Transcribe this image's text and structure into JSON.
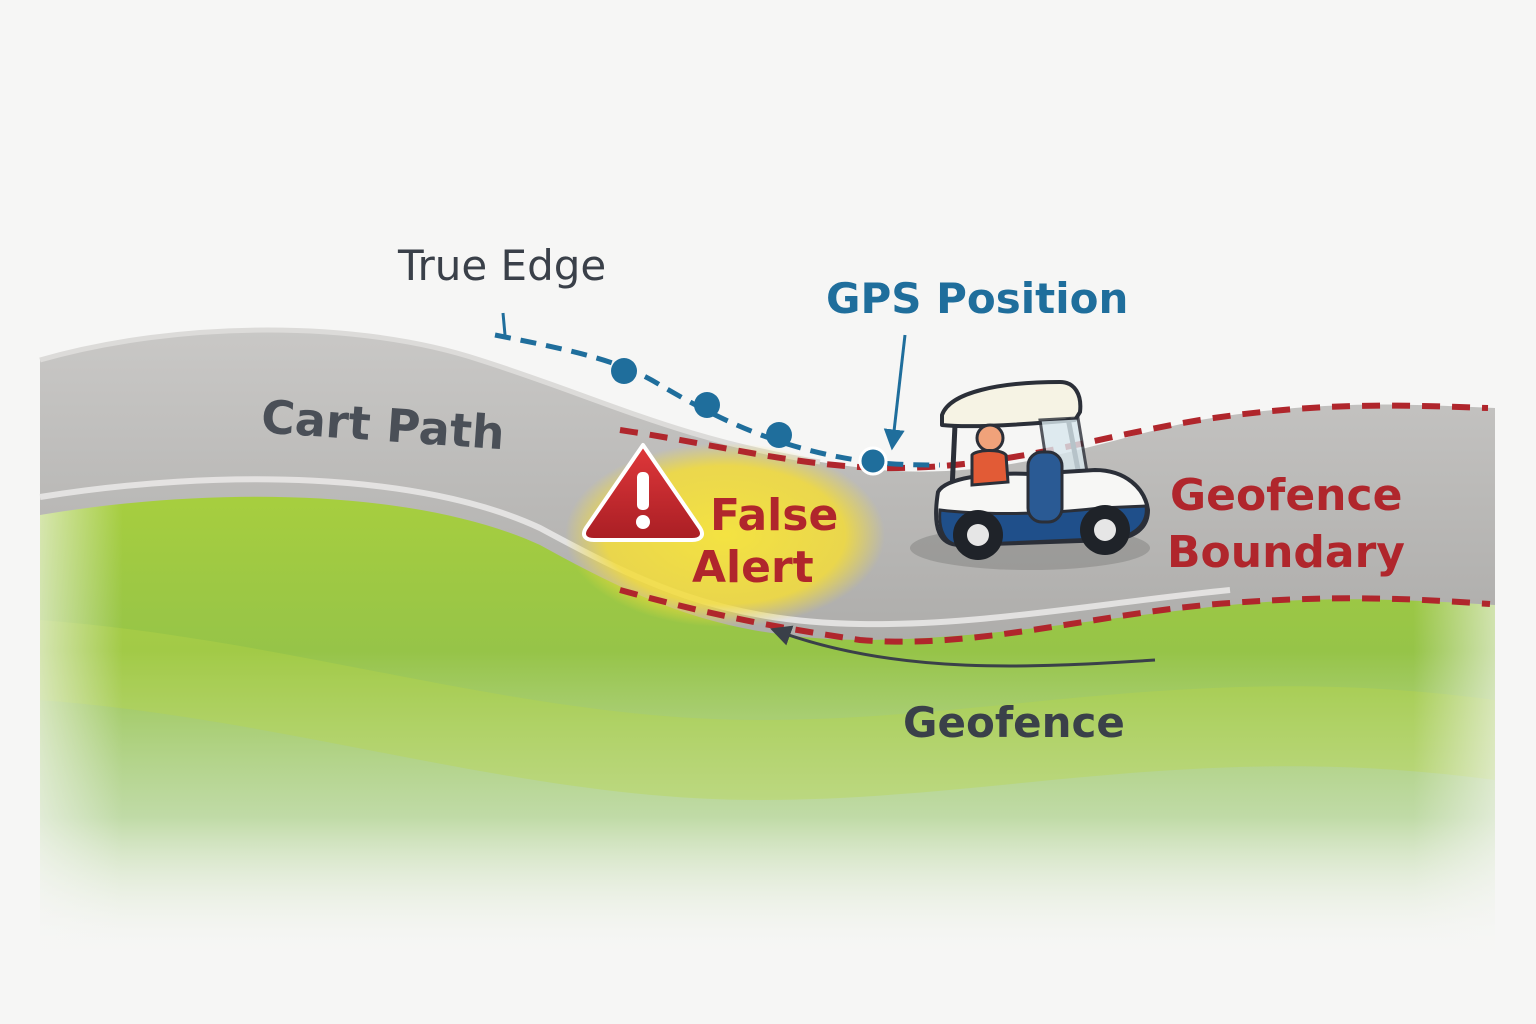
{
  "labels": {
    "true_edge": "True Edge",
    "gps_position": "GPS Position",
    "cart_path": "Cart Path",
    "false_alert_line1": "False",
    "false_alert_line2": "Alert",
    "geofence_boundary_line1": "Geofence",
    "geofence_boundary_line2": "Boundary",
    "geofence": "Geofence"
  },
  "colors": {
    "background": "#f6f6f5",
    "label_dark": "#3a4049",
    "gps_blue": "#1f6e9c",
    "geofence_red": "#b0262c",
    "path_gray": "#b9b8b6",
    "grass_green": "#8fc23f",
    "alert_glow": "#f2de3a",
    "warning_red": "#c8272c"
  },
  "icons": {
    "warning": "warning-triangle-icon",
    "golf_cart": "golf-cart-icon"
  }
}
